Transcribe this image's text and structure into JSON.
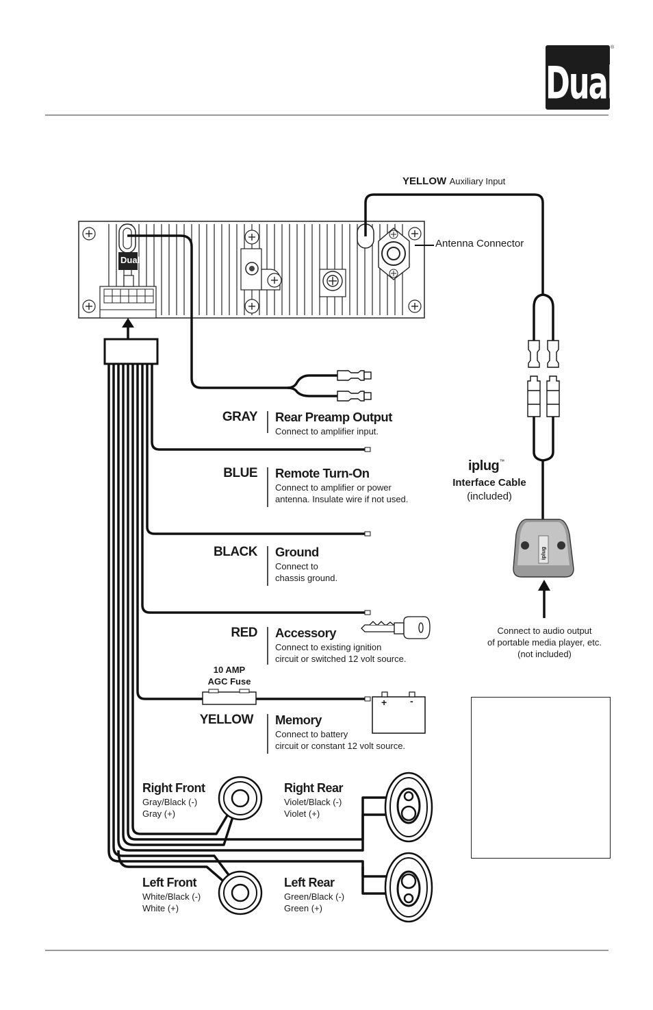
{
  "header": {
    "brand_logo_text": "Dual",
    "registered_mark": "®"
  },
  "aux_input": {
    "color": "YELLOW",
    "label": "Auxiliary Input"
  },
  "antenna": {
    "label": "Antenna Connector"
  },
  "head_unit": {
    "badge_text": "Dual"
  },
  "wires": [
    {
      "color": "GRAY",
      "title": "Rear Preamp Output",
      "desc": [
        "Connect to amplifier input."
      ]
    },
    {
      "color": "BLUE",
      "title": "Remote Turn-On",
      "desc": [
        "Connect to amplifier or power",
        "antenna. Insulate wire if not used."
      ]
    },
    {
      "color": "BLACK",
      "title": "Ground",
      "desc": [
        "Connect to",
        "chassis ground."
      ]
    },
    {
      "color": "RED",
      "title": "Accessory",
      "desc": [
        "Connect to existing ignition",
        "circuit or switched 12 volt source."
      ]
    },
    {
      "color": "YELLOW",
      "title": "Memory",
      "desc": [
        "Connect to battery",
        "circuit or constant 12 volt source."
      ]
    }
  ],
  "fuse": {
    "line1": "10 AMP",
    "line2": "AGC Fuse"
  },
  "battery": {
    "plus": "+",
    "minus": "-"
  },
  "iplug": {
    "logo": "iplug",
    "tm": "™",
    "cable": "Interface Cable",
    "included": "(included)",
    "module_text": "iplug",
    "connect_note": [
      "Connect to audio output",
      "of portable media player, etc.",
      "(not included)"
    ]
  },
  "speakers": [
    {
      "name": "Right Front",
      "neg": "Gray/Black (-)",
      "pos": "Gray (+)"
    },
    {
      "name": "Right Rear",
      "neg": "Violet/Black (-)",
      "pos": "Violet (+)"
    },
    {
      "name": "Left Front",
      "neg": "White/Black (-)",
      "pos": "White (+)"
    },
    {
      "name": "Left Rear",
      "neg": "Green/Black (-)",
      "pos": "Green (+)"
    }
  ],
  "colors": {
    "ink": "#1a1a1a",
    "rule": "#999999",
    "logo_bg": "#1c1c1c"
  }
}
